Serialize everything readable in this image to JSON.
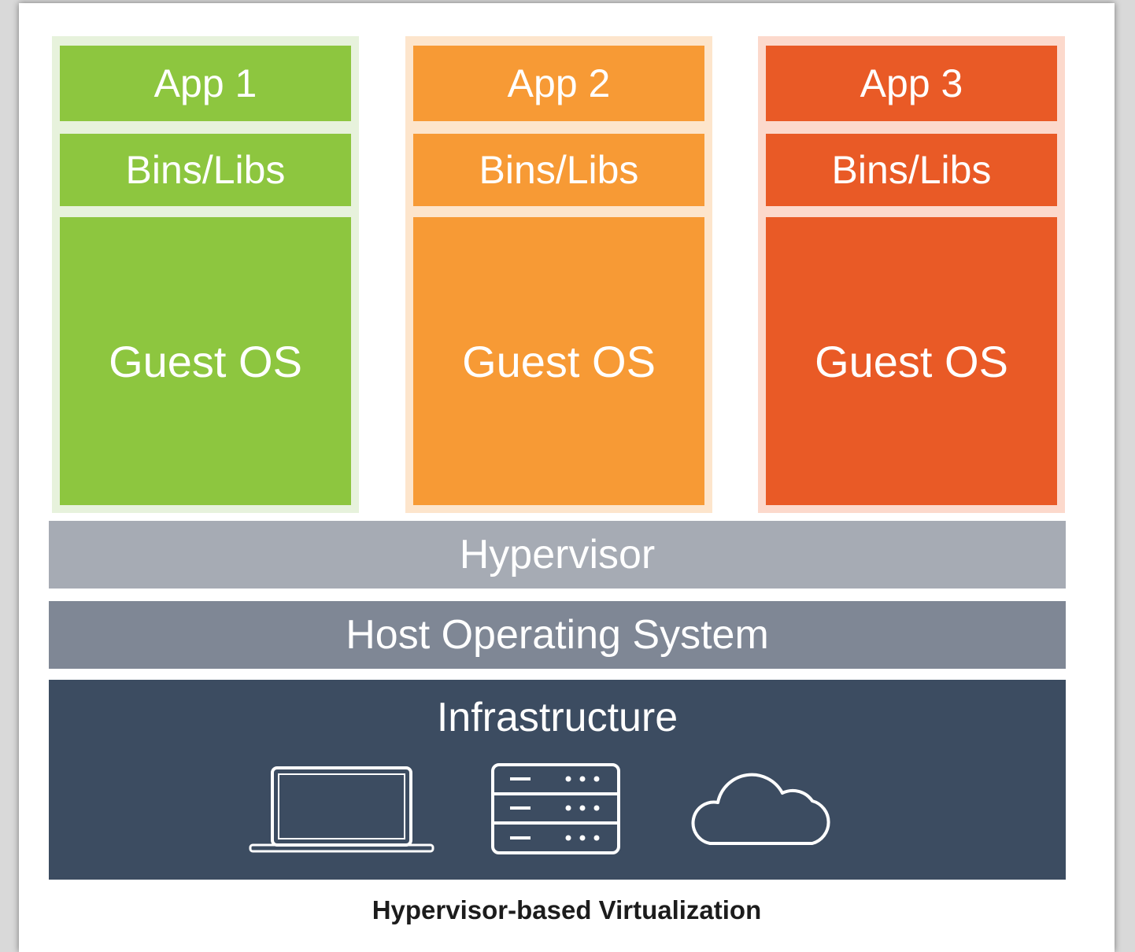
{
  "columns": [
    {
      "app": "App 1",
      "bins": "Bins/Libs",
      "guest": "Guest OS"
    },
    {
      "app": "App 2",
      "bins": "Bins/Libs",
      "guest": "Guest OS"
    },
    {
      "app": "App 3",
      "bins": "Bins/Libs",
      "guest": "Guest OS"
    }
  ],
  "layers": {
    "hypervisor": "Hypervisor",
    "host_os": "Host Operating System",
    "infrastructure": "Infrastructure"
  },
  "icons": [
    "laptop-icon",
    "server-icon",
    "cloud-icon"
  ],
  "caption": "Hypervisor-based Virtualization",
  "colors": {
    "app1": "#8dc63f",
    "app2": "#f79a35",
    "app3": "#e95a26",
    "hypervisor": "#a6abb4",
    "host_os": "#7f8795",
    "infrastructure": "#3c4c61"
  }
}
